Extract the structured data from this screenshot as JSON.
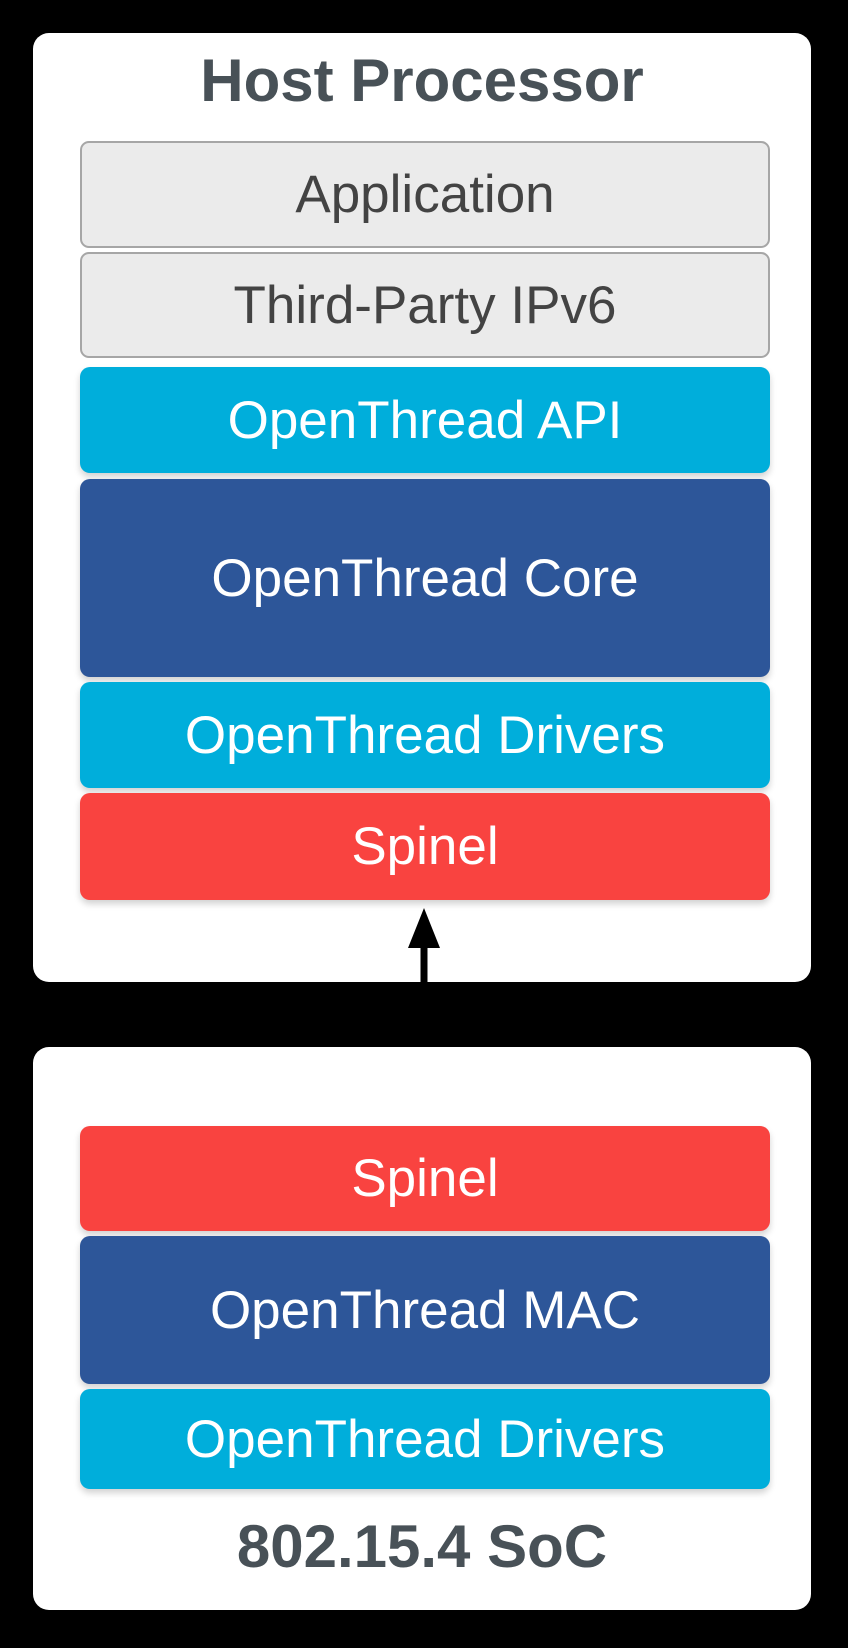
{
  "host": {
    "title": "Host Processor",
    "layers": [
      {
        "label": "Application",
        "type": "gray"
      },
      {
        "label": "Third-Party IPv6",
        "type": "gray"
      },
      {
        "label": "OpenThread API",
        "type": "cyan"
      },
      {
        "label": "OpenThread Core",
        "type": "navy"
      },
      {
        "label": "OpenThread Drivers",
        "type": "cyan"
      },
      {
        "label": "Spinel",
        "type": "red"
      }
    ]
  },
  "soc": {
    "title": "802.15.4 SoC",
    "layers": [
      {
        "label": "Spinel",
        "type": "red"
      },
      {
        "label": "OpenThread MAC",
        "type": "navy"
      },
      {
        "label": "OpenThread Drivers",
        "type": "cyan"
      }
    ]
  },
  "connector": {
    "icon": "double-headed-vertical-arrow",
    "color": "#000000"
  },
  "colors": {
    "background": "#000000",
    "panel": "#FFFFFF",
    "cyan": "#00AEDB",
    "navy": "#2D5699",
    "red": "#F94340",
    "gray_fill": "#EBEBEB",
    "gray_border": "#A6A6A6",
    "title_text": "#485157",
    "gray_label_text": "#434343",
    "colored_label_text": "#FFFFFF"
  }
}
